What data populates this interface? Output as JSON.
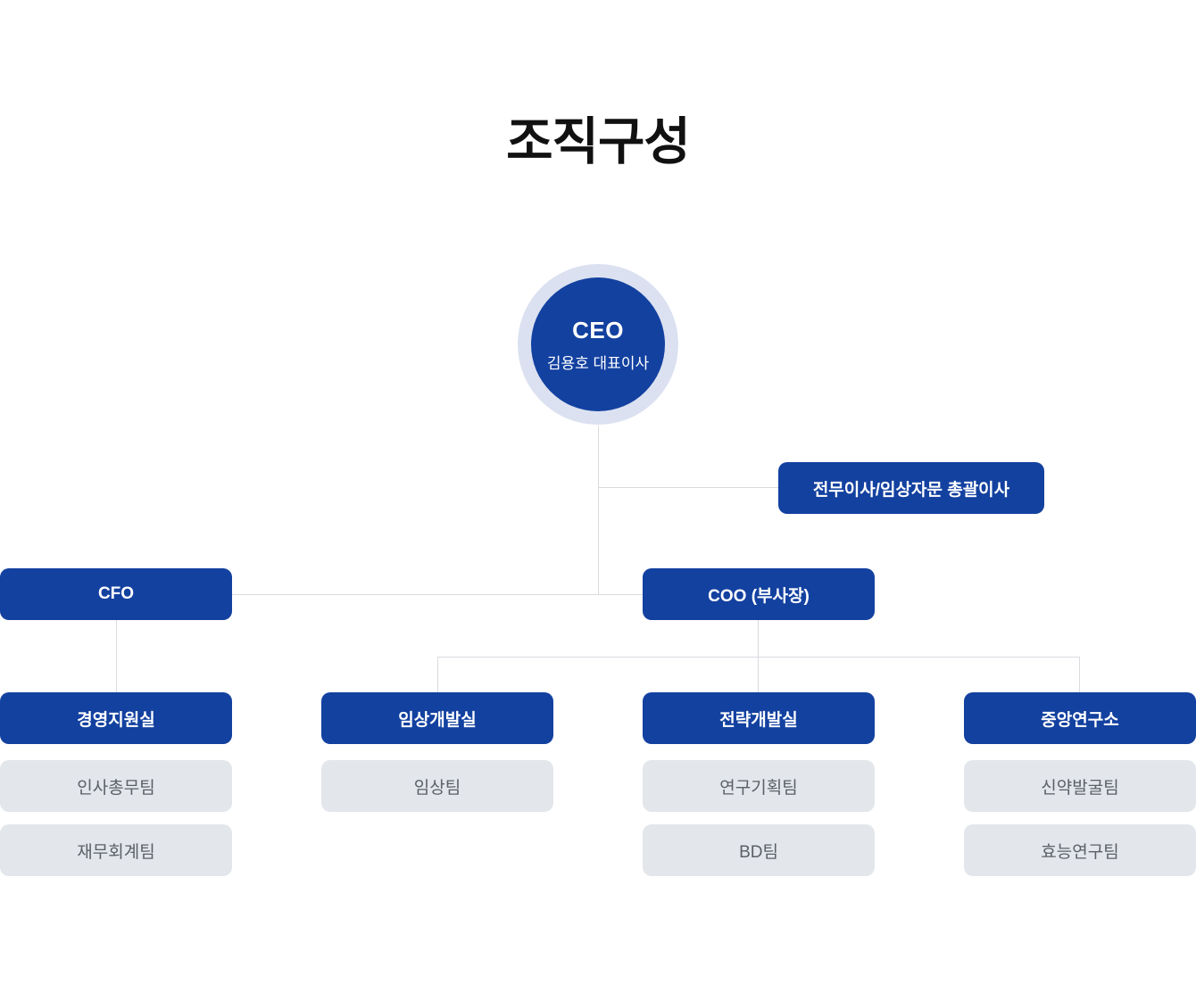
{
  "title": "조직구성",
  "colors": {
    "primary_blue": "#1341a0",
    "ceo_ring": "#dbe1f0",
    "team_box_gray": "#e3e6ea",
    "team_text_gray": "#5b6068",
    "connector_line": "#d9dbe0",
    "title_text": "#111111"
  },
  "ceo": {
    "role": "CEO",
    "name": "김용호 대표이사"
  },
  "executive_box": {
    "label": "전무이사/임상자문 총괄이사"
  },
  "cfo_box": {
    "label": "CFO"
  },
  "coo_box": {
    "label": "COO (부사장)"
  },
  "departments": [
    {
      "label": "경영지원실",
      "teams": [
        "인사총무팀",
        "재무회계팀"
      ]
    },
    {
      "label": "임상개발실",
      "teams": [
        "임상팀"
      ]
    },
    {
      "label": "전략개발실",
      "teams": [
        "연구기획팀",
        "BD팀"
      ]
    },
    {
      "label": "중앙연구소",
      "teams": [
        "신약발굴팀",
        "효능연구팀"
      ]
    }
  ]
}
